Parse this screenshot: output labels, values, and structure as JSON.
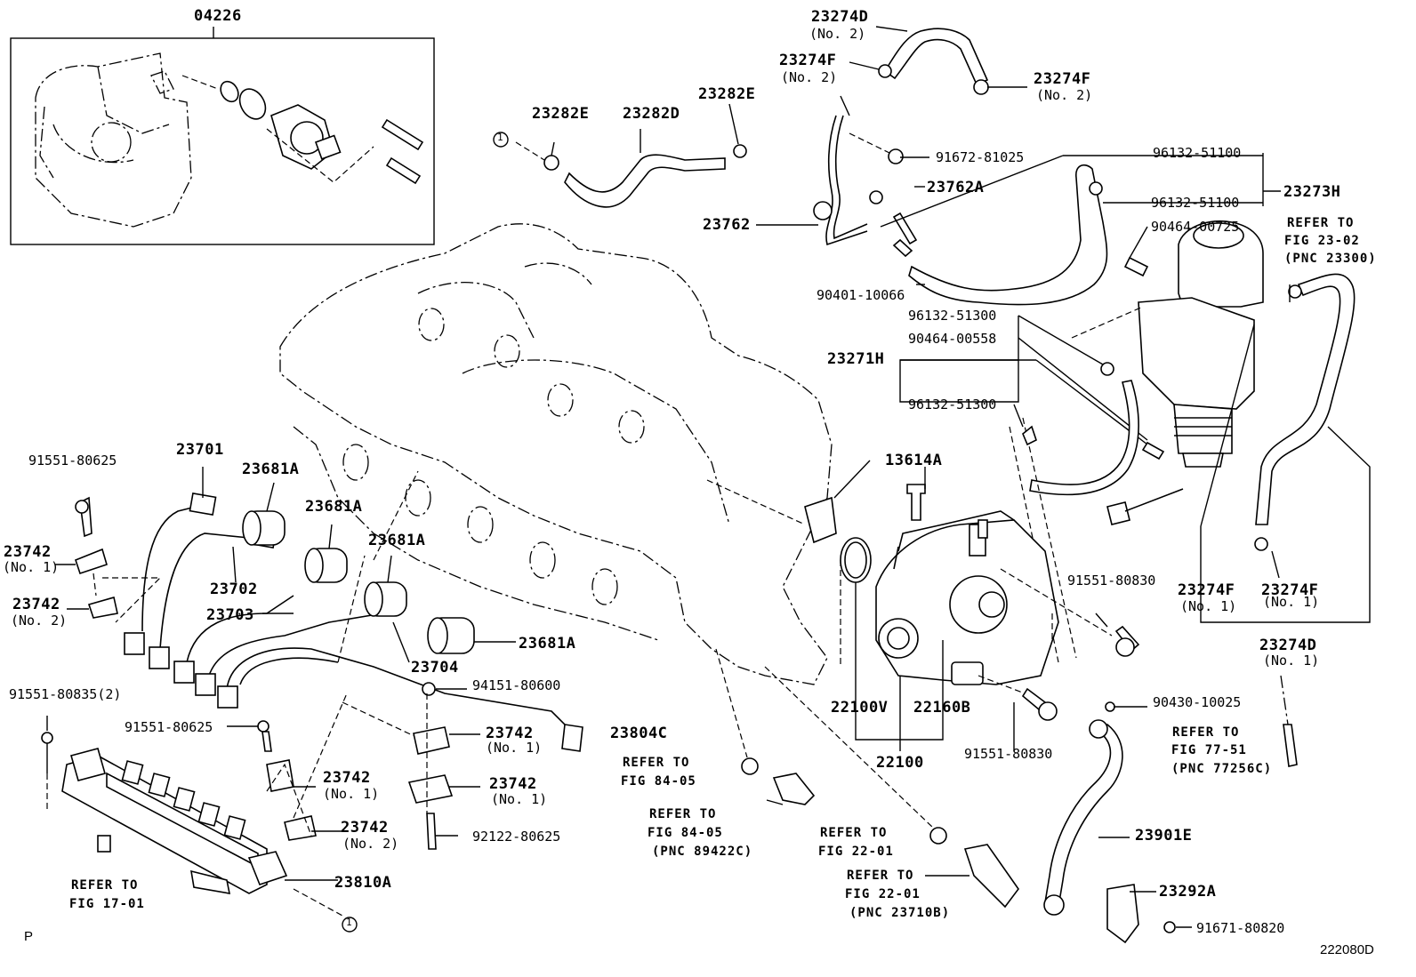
{
  "diagram_code": "222080D",
  "page_marker": "P",
  "kit": {
    "number": "04226"
  },
  "labels": {
    "p23274D_top": "23274D",
    "p23274D_top_sub": "(No. 2)",
    "p23274F_a": "23274F",
    "p23274F_a_sub": "(No. 2)",
    "p23274F_b": "23274F",
    "p23274F_b_sub": "(No. 2)",
    "p23282E_a": "23282E",
    "p23282D": "23282D",
    "p23282E_b": "23282E",
    "p91672": "91672-81025",
    "p23762A": "23762A",
    "p23762": "23762",
    "p90401": "90401-10066",
    "p96132_51100_a": "96132-51100",
    "p96132_51100_b": "96132-51100",
    "p23273H": "23273H",
    "p90464_00725": "90464-00725",
    "ref_fig2302_a": "REFER TO",
    "ref_fig2302_b": "FIG 23-02",
    "ref_fig2302_c": "(PNC 23300)",
    "p96132_51300_a": "96132-51300",
    "p90464_00558": "90464-00558",
    "p23271H": "23271H",
    "p96132_51300_b": "96132-51300",
    "p13614A": "13614A",
    "p23701": "23701",
    "p23681A_1": "23681A",
    "p23681A_2": "23681A",
    "p23681A_3": "23681A",
    "p23681A_4": "23681A",
    "p91551_80625_a": "91551-80625",
    "p23742_a": "23742",
    "p23742_a_sub": "(No. 1)",
    "p23742_b": "23742",
    "p23742_b_sub": "(No. 2)",
    "p23702": "23702",
    "p23703": "23703",
    "p23704": "23704",
    "p91551_80830_a": "91551-80830",
    "p23274F_c": "23274F",
    "p23274F_c_sub": "(No. 1)",
    "p23274F_d": "23274F",
    "p23274F_d_sub": "(No. 1)",
    "p23274D_b": "23274D",
    "p23274D_b_sub": "(No. 1)",
    "p91551_80835": "91551-80835(2)",
    "p94151": "94151-80600",
    "p23804C": "23804C",
    "p22100V": "22100V",
    "p22160B": "22160B",
    "p90430": "90430-10025",
    "p91551_80625_b": "91551-80625",
    "p23742_c": "23742",
    "p23742_c_sub": "(No. 1)",
    "p23742_d": "23742",
    "p23742_d_sub": "(No. 1)",
    "p23742_e": "23742",
    "p23742_e_sub": "(No. 1)",
    "p23742_f": "23742",
    "p23742_f_sub": "(No. 2)",
    "p22100": "22100",
    "p91551_80830_b": "91551-80830",
    "ref_fig7751_a": "REFER TO",
    "ref_fig7751_b": "FIG 77-51",
    "ref_fig7751_c": "(PNC 77256C)",
    "ref_fig8405_a": "REFER TO",
    "ref_fig8405_b": "FIG 84-05",
    "ref_fig8405c_a": "REFER TO",
    "ref_fig8405c_b": "FIG 84-05",
    "ref_fig8405c_c": "(PNC 89422C)",
    "p92122": "92122-80625",
    "ref_fig2201_a": "REFER TO",
    "ref_fig2201_b": "FIG 22-01",
    "p23901E": "23901E",
    "ref_fig1701_a": "REFER TO",
    "ref_fig1701_b": "FIG 17-01",
    "p23810A": "23810A",
    "ref_fig2201c_a": "REFER TO",
    "ref_fig2201c_b": "FIG 22-01",
    "ref_fig2201c_c": "(PNC 23710B)",
    "p23292A": "23292A",
    "p91671": "91671-80820",
    "circle_ref_1": "1",
    "circle_ref_2": "1"
  }
}
